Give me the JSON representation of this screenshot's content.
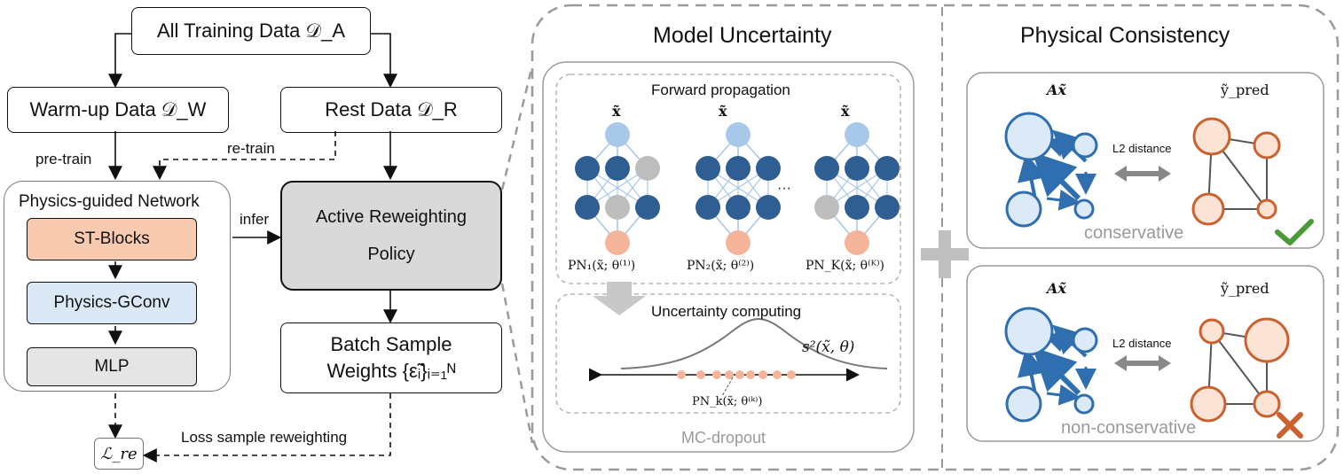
{
  "pipeline": {
    "all_data": "All Training Data 𝒟_A",
    "warmup_data": "Warm-up Data 𝒟_W",
    "rest_data": "Rest Data 𝒟_R",
    "pretrain": "pre-train",
    "retrain": "re-train",
    "network_title": "Physics-guided Network",
    "st_blocks": "ST-Blocks",
    "physics_gconv": "Physics-GConv",
    "mlp": "MLP",
    "infer": "infer",
    "policy_line1": "Active Reweighting",
    "policy_line2": "Policy",
    "batch_line1": "Batch Sample",
    "batch_line2": "Weights {ε̃ᵢ}ᵢ₌₁ᴺ",
    "loss_reweighting": "Loss sample reweighting",
    "loss_label": "ℒ_re"
  },
  "model_uncertainty": {
    "title": "Model Uncertainty",
    "forward_label": "Forward propagation",
    "input_label": "x̃",
    "ellipsis": "···",
    "pn_labels": [
      "PN₁(x̃; θ⁽¹⁾)",
      "PN₂(x̃; θ⁽²⁾)",
      "PN_K(x̃; θ⁽ᴷ⁾)"
    ],
    "uncertainty_label": "Uncertainty computing",
    "variance_label": "s²(x̃, θ)",
    "sample_label": "PN_k(x̃; θ⁽ᵏ⁾)",
    "mc_label": "MC-dropout"
  },
  "physical_consistency": {
    "title": "Physical Consistency",
    "ax_label": "Ax̃",
    "ypred_label": "ỹ_pred",
    "distance_label": "L2 distance",
    "conservative": "conservative",
    "non_conservative": "non-conservative"
  },
  "colors": {
    "dark_blue": "#2f5f92",
    "light_blue": "#a8c8ea",
    "node_blue_fill": "#dce9f7",
    "node_blue_stroke": "#2f6fb0",
    "node_orange_fill": "#fbe3d6",
    "node_orange_stroke": "#c9622e",
    "salmon": "#f4b49a",
    "st_blocks": "#f8cbb0",
    "physics_gconv": "#dbe8f6",
    "mlp": "#e5e5e5",
    "policy": "#d9d9d9",
    "check_green": "#4a9a3a",
    "cross_orange": "#c9622e"
  }
}
